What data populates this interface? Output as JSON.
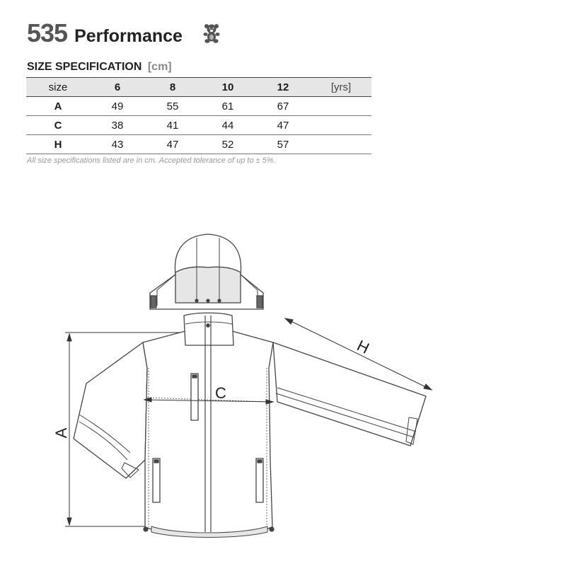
{
  "product": {
    "code": "535",
    "name": "Performance",
    "icon": "teddy-bear-icon"
  },
  "spec": {
    "heading": "SIZE SPECIFICATION",
    "unit": "[cm]"
  },
  "table": {
    "header": [
      "size",
      "6",
      "8",
      "10",
      "12",
      "[yrs]"
    ],
    "rows": [
      {
        "label": "A",
        "values": [
          "49",
          "55",
          "61",
          "67"
        ]
      },
      {
        "label": "C",
        "values": [
          "38",
          "41",
          "44",
          "47"
        ]
      },
      {
        "label": "H",
        "values": [
          "43",
          "47",
          "52",
          "57"
        ]
      }
    ]
  },
  "note": "All size specifications listed are in cm. Accepted tolerance of up to ± 5%.",
  "diagram": {
    "label_a": "A",
    "label_c": "C",
    "label_h": "H"
  }
}
